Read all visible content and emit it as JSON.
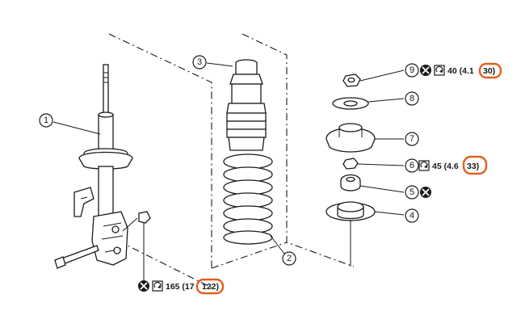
{
  "callouts": {
    "c1": "1",
    "c2": "2",
    "c3": "3",
    "c4": "4",
    "c5": "5",
    "c6": "6",
    "c7": "7",
    "c8": "8",
    "c9": "9"
  },
  "torques": {
    "t9": {
      "text": "40 (4.1",
      "highlight": "30)"
    },
    "t6": {
      "text": "45 (4.6",
      "highlight": "33)"
    },
    "tbolt": {
      "text": "165 (17",
      "highlight": "122)"
    }
  },
  "icons": {
    "replace": "x-in-circle-icon",
    "torque": "torque-wrench-icon"
  },
  "colors": {
    "line": "#1a1a1a",
    "highlight": "#e0601f"
  }
}
